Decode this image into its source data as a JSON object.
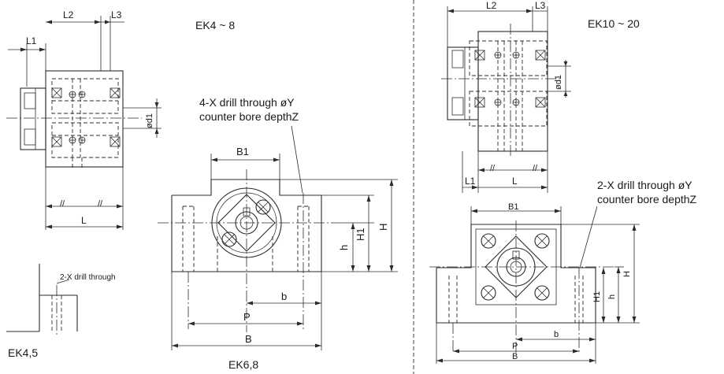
{
  "left_sheet": {
    "series_title": "EK4 ~ 8",
    "side_view": {
      "l2": "L2",
      "l3": "L3",
      "l1": "L1",
      "d1": "ød1",
      "l": "L"
    },
    "detail": {
      "note": "2-X drill through",
      "caption": "EK4,5"
    },
    "front_view": {
      "callout_line1": "4-X drill through øY",
      "callout_line2": "counter bore depthZ",
      "b1": "B1",
      "h": "h",
      "h1": "H1",
      "h_big": "H",
      "b_small": "b",
      "p": "P",
      "b_big": "B",
      "caption": "EK6,8"
    }
  },
  "right_sheet": {
    "series_title": "EK10 ~ 20",
    "side_view": {
      "l2": "L2",
      "l3": "L3",
      "l1": "L1",
      "d1": "ød1",
      "l": "L"
    },
    "front_view": {
      "callout_line1": "2-X drill through øY",
      "callout_line2": "counter bore depthZ",
      "b1": "B1",
      "h_big": "H",
      "h1": "H1",
      "h": "h",
      "b_small": "b",
      "p": "P",
      "b_big": "B"
    }
  }
}
